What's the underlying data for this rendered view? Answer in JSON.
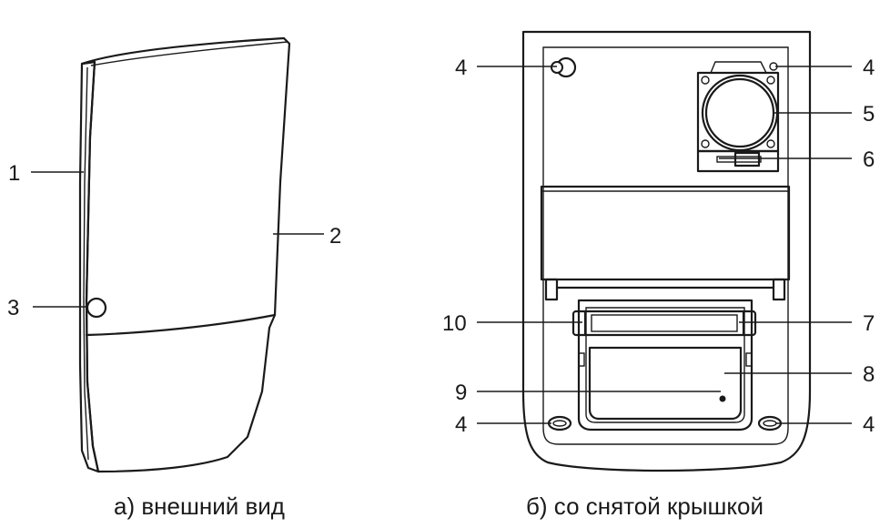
{
  "view_a": {
    "caption": "а) внешний вид",
    "callouts": [
      "1",
      "2",
      "3"
    ]
  },
  "view_b": {
    "caption": "б) со снятой крышкой",
    "callouts": [
      "4",
      "4",
      "5",
      "6",
      "10",
      "7",
      "8",
      "9",
      "4",
      "4"
    ]
  }
}
